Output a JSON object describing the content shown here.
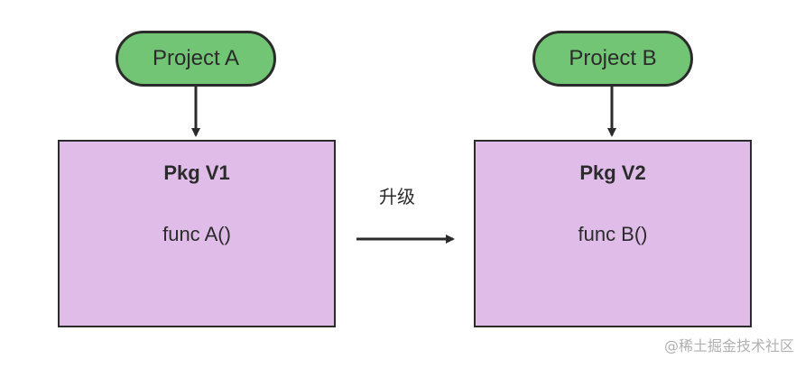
{
  "diagram": {
    "nodes": {
      "project_a": {
        "label": "Project A"
      },
      "project_b": {
        "label": "Project B"
      },
      "pkg_v1": {
        "title": "Pkg V1",
        "func": "func A()"
      },
      "pkg_v2": {
        "title": "Pkg V2",
        "func": "func B()"
      }
    },
    "edges": {
      "upgrade_label": "升级"
    },
    "colors": {
      "project_fill": "#71c574",
      "package_fill": "#e0bde9",
      "stroke": "#2b2b2b"
    }
  },
  "watermark": {
    "text": "@稀土掘金技术社区"
  }
}
